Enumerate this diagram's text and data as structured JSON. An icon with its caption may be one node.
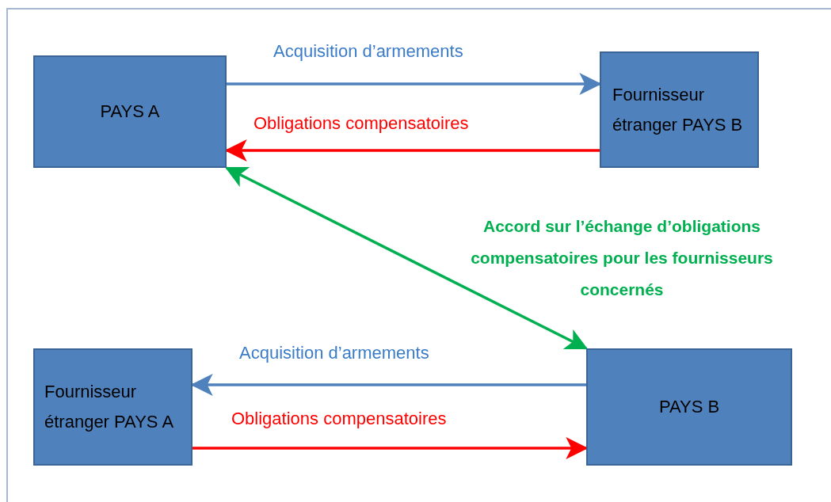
{
  "diagram": {
    "nodes": [
      {
        "text": [
          "PAYS A"
        ]
      },
      {
        "text": [
          "Fournisseur étranger PAYS B"
        ]
      },
      {
        "text": [
          "Fournisseur étranger PAYS A"
        ]
      },
      {
        "text": [
          "PAYS B"
        ]
      }
    ],
    "edges": [
      {
        "from": 0,
        "to": 1,
        "arrow": "to",
        "label": "Acquisition d’armements",
        "color": "#4f81bd"
      },
      {
        "from": 1,
        "to": 0,
        "arrow": "to",
        "label": "Obligations compensatoires",
        "color": "#ff0000"
      },
      {
        "from": 0,
        "to": 3,
        "arrow": "both",
        "label": "Accord sur l’échange d’obligations compensatoires pour les fournisseurs concernés",
        "color": "#00b050"
      },
      {
        "from": 3,
        "to": 2,
        "arrow": "to",
        "label": "Acquisition d’armements",
        "color": "#4f81bd"
      },
      {
        "from": 2,
        "to": 3,
        "arrow": "to",
        "label": "Obligations compensatoires",
        "color": "#ff0000"
      }
    ]
  }
}
